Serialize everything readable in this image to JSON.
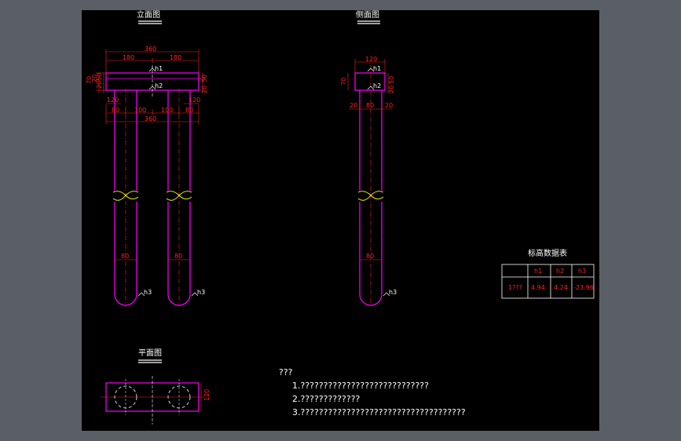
{
  "views": {
    "front": {
      "title": "立面图"
    },
    "side": {
      "title": "侧面图"
    },
    "plan": {
      "title": "平面图"
    }
  },
  "front_dims": {
    "total_top": "360",
    "half_left": "180",
    "half_right": "180",
    "left_v1": "70",
    "left_v2": "20",
    "left_v3": "20",
    "left_v4": "50",
    "right_v1": "20",
    "right_v2": "50",
    "left_120": "120",
    "right_120": "120",
    "seg1": "80",
    "seg2": "100",
    "seg3": "100",
    "seg4": "80",
    "total_bottom": "360",
    "pile_d1": "80",
    "pile_d2": "80"
  },
  "side_dims": {
    "top": "120",
    "left_v": "70",
    "right_v1": "20",
    "right_v2": "50",
    "gap_l": "20",
    "mid": "80",
    "gap_r": "20",
    "pile_d": "80"
  },
  "levels": {
    "h1": "h1",
    "h2": "h2",
    "h3": "h3"
  },
  "plan_dims": {
    "width": "120"
  },
  "elevation_table": {
    "title": "标高数据表",
    "headers": [
      "",
      "h1",
      "h2",
      "h3"
    ],
    "rows": [
      [
        "1???",
        "4.94",
        "4.24",
        "-23.96"
      ]
    ]
  },
  "notes": {
    "heading": "???",
    "lines": [
      "1.????????????????????????????",
      "2.?????????????",
      "3.????????????????????????????????????"
    ]
  }
}
